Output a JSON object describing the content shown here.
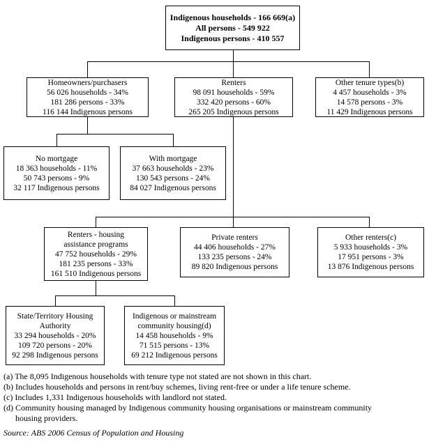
{
  "title": "Indigenous households tenure type flowchart",
  "colors": {
    "text": "#000000",
    "background": "#ffffff",
    "line": "#000000"
  },
  "nodes": {
    "root": {
      "lines": [
        "Indigenous households - 166 669(a)",
        "All persons - 549 922",
        "Indigenous persons - 410 557"
      ]
    },
    "homeowners": {
      "lines": [
        "Homeowners/purchasers",
        "56 026 households - 34%",
        "181 286 persons - 33%",
        "116 144 Indigenous persons"
      ]
    },
    "renters": {
      "lines": [
        "Renters",
        "98 091 households - 59%",
        "332 420 persons - 60%",
        "265 205 Indigenous persons"
      ]
    },
    "other_tenure": {
      "lines": [
        "Other tenure types(b)",
        "4 457 households - 3%",
        "14 578 persons - 3%",
        "11 429 Indigenous persons"
      ]
    },
    "no_mortgage": {
      "lines": [
        "No mortgage",
        "18 363 households - 11%",
        "50 743 persons - 9%",
        "32 117 Indigenous persons"
      ]
    },
    "with_mortgage": {
      "lines": [
        "With mortgage",
        "37 663 households - 23%",
        "130 543 persons - 24%",
        "84 027 Indigenous persons"
      ]
    },
    "renters_housing_assistance": {
      "lines": [
        "Renters - housing",
        "assistance programs",
        "47 752 households - 29%",
        "181 235 persons - 33%",
        "161 510 Indigenous persons"
      ]
    },
    "private_renters": {
      "lines": [
        "Private renters",
        "44 406 households - 27%",
        "133 235 persons - 24%",
        "89 820 Indigenous persons"
      ]
    },
    "other_renters": {
      "lines": [
        "Other renters(c)",
        "5 933 households - 3%",
        "17 951 persons - 3%",
        "13 876 Indigenous persons"
      ]
    },
    "state_territory_housing": {
      "lines": [
        "State/Territory Housing",
        "Authority",
        "33 294 households - 20%",
        "109 720 persons - 20%",
        "92 298 Indigenous persons"
      ]
    },
    "community_housing": {
      "lines": [
        "Indigenous or mainstream",
        "community housing(d)",
        "14 458 households - 9%",
        "71 515 persons - 13%",
        "69 212 Indigenous persons"
      ]
    }
  },
  "footnotes": {
    "a": "(a) The 8,095 Indigenous households with tenure type not stated are not shown in this chart.",
    "b": "(b) Includes households and persons in rent/buy schemes, living rent-free or under a life tenure scheme.",
    "c": "(c) Includes 1,331 Indigenous households with landlord not stated.",
    "d": "(d) Community housing managed by Indigenous community housing organisations or mainstream community housing providers."
  },
  "source": "Source: ABS 2006 Census of Population and Housing"
}
